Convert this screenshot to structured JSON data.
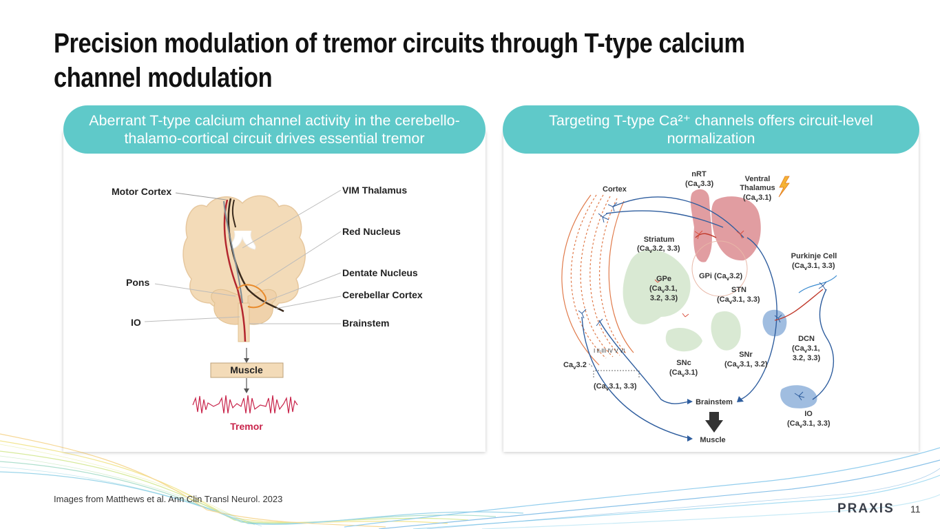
{
  "slide": {
    "title": "Precision modulation of tremor circuits through T-type calcium channel modulation",
    "footnote": "Images from Matthews et al. Ann Clin Transl Neurol. 2023",
    "logo": "PRAXIS",
    "page_number": "11"
  },
  "left_panel": {
    "header": "Aberrant T-type calcium channel activity in the cerebello-thalamo-cortical circuit drives essential tremor",
    "labels": {
      "motor_cortex": "Motor Cortex",
      "pons": "Pons",
      "io": "IO",
      "vim_thalamus": "VIM Thalamus",
      "red_nucleus": "Red Nucleus",
      "dentate_nucleus": "Dentate Nucleus",
      "cerebellar_cortex": "Cerebellar Cortex",
      "brainstem": "Brainstem",
      "muscle": "Muscle",
      "tremor": "Tremor"
    }
  },
  "right_panel": {
    "header": "Targeting T-type Ca²⁺ channels offers circuit-level normalization",
    "labels": {
      "cortex": "Cortex",
      "nrt": "nRT",
      "nrt_sub": "(Ca",
      "nrt_v": "v",
      "nrt_rest": "3.3)",
      "ventral_thalamus_1": "Ventral",
      "ventral_thalamus_2": "Thalamus",
      "vt_sub": "(Ca",
      "vt_rest": "3.1)",
      "striatum": "Striatum",
      "striatum_sub": "(Ca",
      "striatum_rest": "3.2, 3.3)",
      "gpe": "GPe",
      "gpe_sub1": "(Ca",
      "gpe_rest1": "3.1,",
      "gpe_sub2": "3.2, 3.3)",
      "gpi": "GPi (Ca",
      "gpi_rest": "3.2)",
      "stn": "STN",
      "stn_sub": "(Ca",
      "stn_rest": "3.1, 3.3)",
      "purkinje": "Purkinje Cell",
      "purkinje_sub": "(Ca",
      "purkinje_rest": "3.1, 3.3)",
      "dcn": "DCN",
      "dcn_sub1": "(Ca",
      "dcn_rest1": "3.1,",
      "dcn_sub2": "3.2, 3.3)",
      "layers": "I  II-III  IV  V  VI",
      "cav32": "Ca",
      "cav32_rest": "3.2",
      "cav31_33": "(Ca",
      "cav31_33_rest": "3.1, 3.3)",
      "snc": "SNc",
      "snc_sub": "(Ca",
      "snc_rest": "3.1)",
      "snr": "SNr",
      "snr_sub": "(Ca",
      "snr_rest": "3.1, 3.2)",
      "brainstem": "Brainstem",
      "muscle": "Muscle",
      "io": "IO",
      "io_sub": "(Ca",
      "io_rest": "3.1, 3.3)",
      "v": "v"
    }
  },
  "colors": {
    "teal": "#5fc9c9",
    "brain": "#f3dbb8",
    "red_region": "#d9848a",
    "green_region": "#cfe3c8",
    "blue_region": "#8fb1da",
    "arrow_blue": "#2e5d9e",
    "tremor": "#c8234a"
  }
}
